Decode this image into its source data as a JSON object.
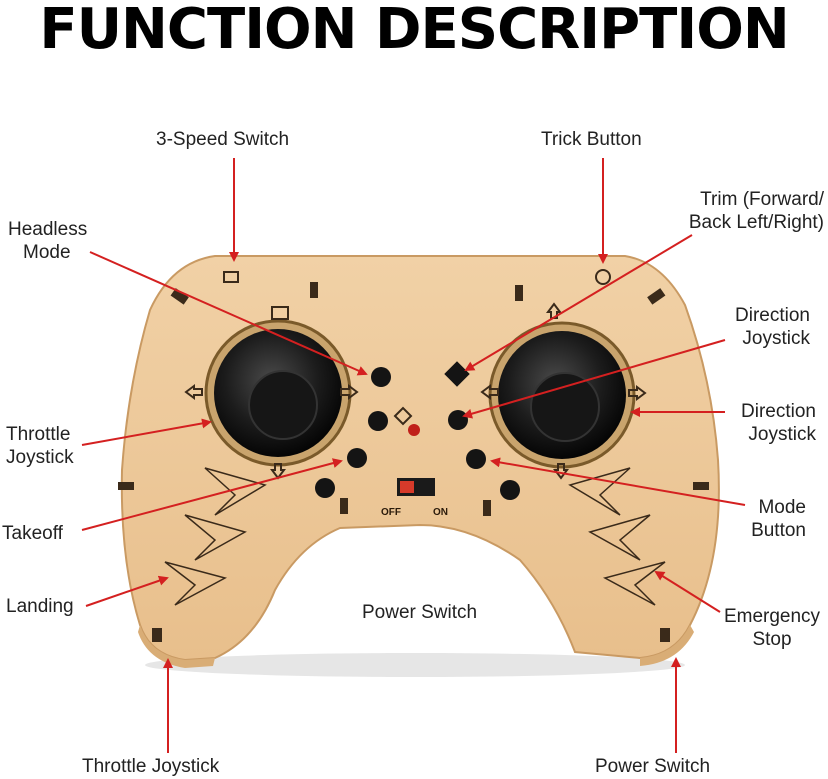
{
  "title": "FUNCTION DESCRIPTION",
  "labels": {
    "speed_switch": "3-Speed Switch",
    "trick_button": "Trick Button",
    "headless_l1": "Headless",
    "headless_l2": "Mode",
    "trim_l1": "Trim (Forward/",
    "trim_l2": "Back Left/Right)",
    "dir_joystick_top_l1": "Direction",
    "dir_joystick_top_l2": "Joystick",
    "dir_joystick_l1": "Direction",
    "dir_joystick_l2": "Joystick",
    "throttle_left_l1": "Throttle",
    "throttle_left_l2": "Joystick",
    "takeoff": "Takeoff",
    "mode_l1": "Mode",
    "mode_l2": "Button",
    "landing": "Landing",
    "power_switch_center": "Power Switch",
    "emergency_l1": "Emergency",
    "emergency_l2": "Stop",
    "throttle_bottom": "Throttle Joystick",
    "power_switch_bottom": "Power Switch"
  },
  "switch_marks": {
    "off": "OFF",
    "on": "ON"
  },
  "colors": {
    "wood": "#ecc89a",
    "wood_edge": "#c99a63",
    "arrow": "#d42020",
    "joystick": "#1a1a1a",
    "led": "#c0201a"
  }
}
